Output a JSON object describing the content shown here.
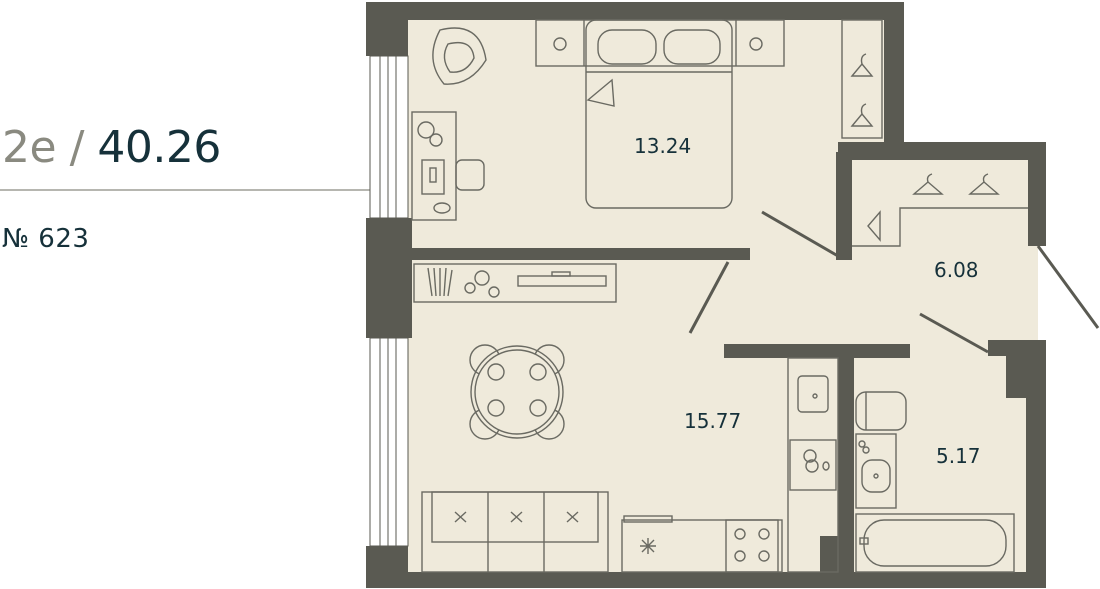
{
  "apartment": {
    "type": "2е",
    "separator": "/",
    "area": "40.26",
    "number": "№ 623"
  },
  "rooms": {
    "bedroom": "13.24",
    "hall": "6.08",
    "kitchen_living": "15.77",
    "bathroom": "5.17"
  },
  "colors": {
    "floor": "#efeadb",
    "wall": "#5a5a52",
    "line": "#6a6a62",
    "text": "#16313a",
    "muted": "#8a8a80"
  }
}
